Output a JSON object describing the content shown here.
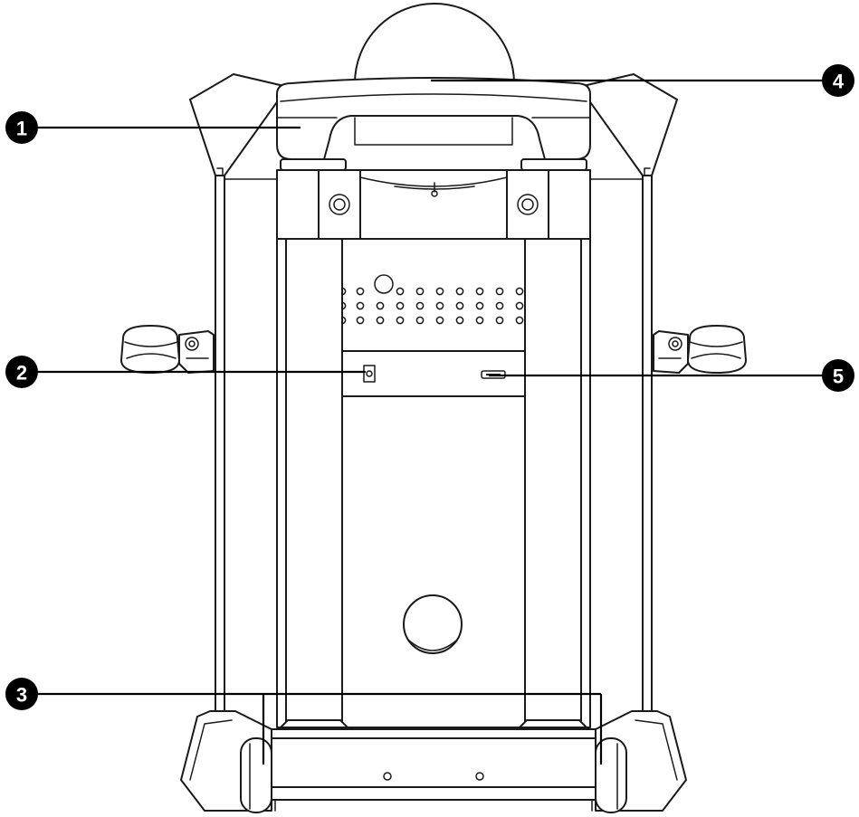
{
  "callouts": [
    {
      "id": "1",
      "label": "1"
    },
    {
      "id": "2",
      "label": "2"
    },
    {
      "id": "3",
      "label": "3"
    },
    {
      "id": "4",
      "label": "4"
    },
    {
      "id": "5",
      "label": "5"
    }
  ],
  "colors": {
    "line": "#1a1a1a",
    "badge": "#000000",
    "badge_text": "#ffffff",
    "background": "#ffffff"
  }
}
